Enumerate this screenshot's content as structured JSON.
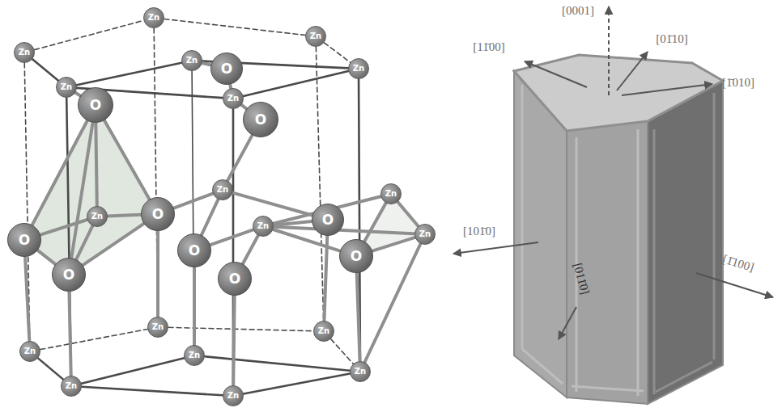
{
  "diagram": {
    "nodes": [
      {
        "text": [
          "Zn"
        ]
      },
      {
        "text": [
          "Zn"
        ]
      },
      {
        "text": [
          "Zn"
        ]
      },
      {
        "text": [
          "Zn"
        ]
      },
      {
        "text": [
          "O"
        ]
      },
      {
        "text": [
          "Zn"
        ]
      },
      {
        "text": [
          "Zn"
        ]
      },
      {
        "text": [
          "Zn"
        ]
      },
      {
        "text": [
          "O"
        ]
      },
      {
        "text": [
          "O"
        ]
      },
      {
        "text": [
          "Zn"
        ]
      },
      {
        "text": [
          "Zn"
        ]
      },
      {
        "text": [
          "O"
        ]
      },
      {
        "text": [
          "Zn"
        ]
      },
      {
        "text": [
          "O"
        ]
      },
      {
        "text": [
          "Zn"
        ]
      },
      {
        "text": [
          "Zn"
        ]
      },
      {
        "text": [
          "O"
        ]
      },
      {
        "text": [
          "O"
        ]
      },
      {
        "text": [
          "O"
        ]
      },
      {
        "text": [
          "O"
        ]
      },
      {
        "text": [
          "O"
        ]
      },
      {
        "text": [
          "Zn"
        ]
      },
      {
        "text": [
          "Zn"
        ]
      },
      {
        "text": [
          "Zn"
        ]
      },
      {
        "text": [
          "Zn"
        ]
      },
      {
        "text": [
          "Zn"
        ]
      },
      {
        "text": [
          "Zn"
        ]
      },
      {
        "text": [
          "Zn"
        ]
      }
    ],
    "edges": [
      {
        "from": 2,
        "to": 0,
        "arrow": "none"
      },
      {
        "from": 0,
        "to": 1,
        "arrow": "none"
      },
      {
        "from": 1,
        "to": 5,
        "arrow": "none"
      },
      {
        "from": 5,
        "to": 7,
        "arrow": "none"
      },
      {
        "from": 7,
        "to": 6,
        "arrow": "none"
      },
      {
        "from": 6,
        "to": 2,
        "arrow": "none"
      },
      {
        "from": 6,
        "to": 3,
        "arrow": "none"
      },
      {
        "from": 3,
        "to": 5,
        "arrow": "none"
      },
      {
        "from": 24,
        "to": 22,
        "arrow": "none"
      },
      {
        "from": 22,
        "to": 23,
        "arrow": "none"
      },
      {
        "from": 23,
        "to": 26,
        "arrow": "none"
      },
      {
        "from": 26,
        "to": 28,
        "arrow": "none"
      },
      {
        "from": 28,
        "to": 27,
        "arrow": "none"
      },
      {
        "from": 27,
        "to": 24,
        "arrow": "none"
      },
      {
        "from": 27,
        "to": 25,
        "arrow": "none"
      },
      {
        "from": 25,
        "to": 26,
        "arrow": "none"
      },
      {
        "from": 2,
        "to": 24,
        "arrow": "none"
      },
      {
        "from": 0,
        "to": 22,
        "arrow": "none"
      },
      {
        "from": 1,
        "to": 23,
        "arrow": "none"
      },
      {
        "from": 5,
        "to": 26,
        "arrow": "none"
      },
      {
        "from": 6,
        "to": 27,
        "arrow": "none"
      },
      {
        "from": 7,
        "to": 28,
        "arrow": "none"
      },
      {
        "from": 3,
        "to": 25,
        "arrow": "none"
      },
      {
        "from": 4,
        "to": 3,
        "arrow": "none"
      },
      {
        "from": 4,
        "to": 7,
        "arrow": "none"
      },
      {
        "from": 8,
        "to": 6,
        "arrow": "none"
      },
      {
        "from": 8,
        "to": 13,
        "arrow": "none"
      },
      {
        "from": 8,
        "to": 17,
        "arrow": "none"
      },
      {
        "from": 8,
        "to": 20,
        "arrow": "none"
      },
      {
        "from": 8,
        "to": 12,
        "arrow": "none"
      },
      {
        "from": 17,
        "to": 20,
        "arrow": "none"
      },
      {
        "from": 20,
        "to": 12,
        "arrow": "none"
      },
      {
        "from": 13,
        "to": 17,
        "arrow": "none"
      },
      {
        "from": 13,
        "to": 20,
        "arrow": "none"
      },
      {
        "from": 13,
        "to": 12,
        "arrow": "none"
      },
      {
        "from": 9,
        "to": 7,
        "arrow": "none"
      },
      {
        "from": 9,
        "to": 10,
        "arrow": "none"
      },
      {
        "from": 10,
        "to": 12,
        "arrow": "none"
      },
      {
        "from": 10,
        "to": 18,
        "arrow": "none"
      },
      {
        "from": 10,
        "to": 14,
        "arrow": "none"
      },
      {
        "from": 15,
        "to": 18,
        "arrow": "none"
      },
      {
        "from": 15,
        "to": 14,
        "arrow": "none"
      },
      {
        "from": 15,
        "to": 21,
        "arrow": "none"
      },
      {
        "from": 15,
        "to": 19,
        "arrow": "none"
      },
      {
        "from": 15,
        "to": 11,
        "arrow": "none"
      },
      {
        "from": 15,
        "to": 16,
        "arrow": "none"
      },
      {
        "from": 11,
        "to": 16,
        "arrow": "none"
      },
      {
        "from": 11,
        "to": 19,
        "arrow": "none"
      },
      {
        "from": 16,
        "to": 19,
        "arrow": "none"
      },
      {
        "from": 16,
        "to": 26,
        "arrow": "none"
      },
      {
        "from": 19,
        "to": 26,
        "arrow": "none"
      },
      {
        "from": 12,
        "to": 22,
        "arrow": "none"
      },
      {
        "from": 18,
        "to": 25,
        "arrow": "none"
      },
      {
        "from": 21,
        "to": 28,
        "arrow": "none"
      },
      {
        "from": 17,
        "to": 24,
        "arrow": "none"
      },
      {
        "from": 20,
        "to": 27,
        "arrow": "none"
      },
      {
        "from": 14,
        "to": 23,
        "arrow": "none"
      }
    ],
    "labels": [
      "[0001]",
      "[01̄10]",
      "[11̄00]",
      "[1̄010]",
      "[101̄0]",
      "[011̄0]",
      "[1̄100]"
    ]
  }
}
